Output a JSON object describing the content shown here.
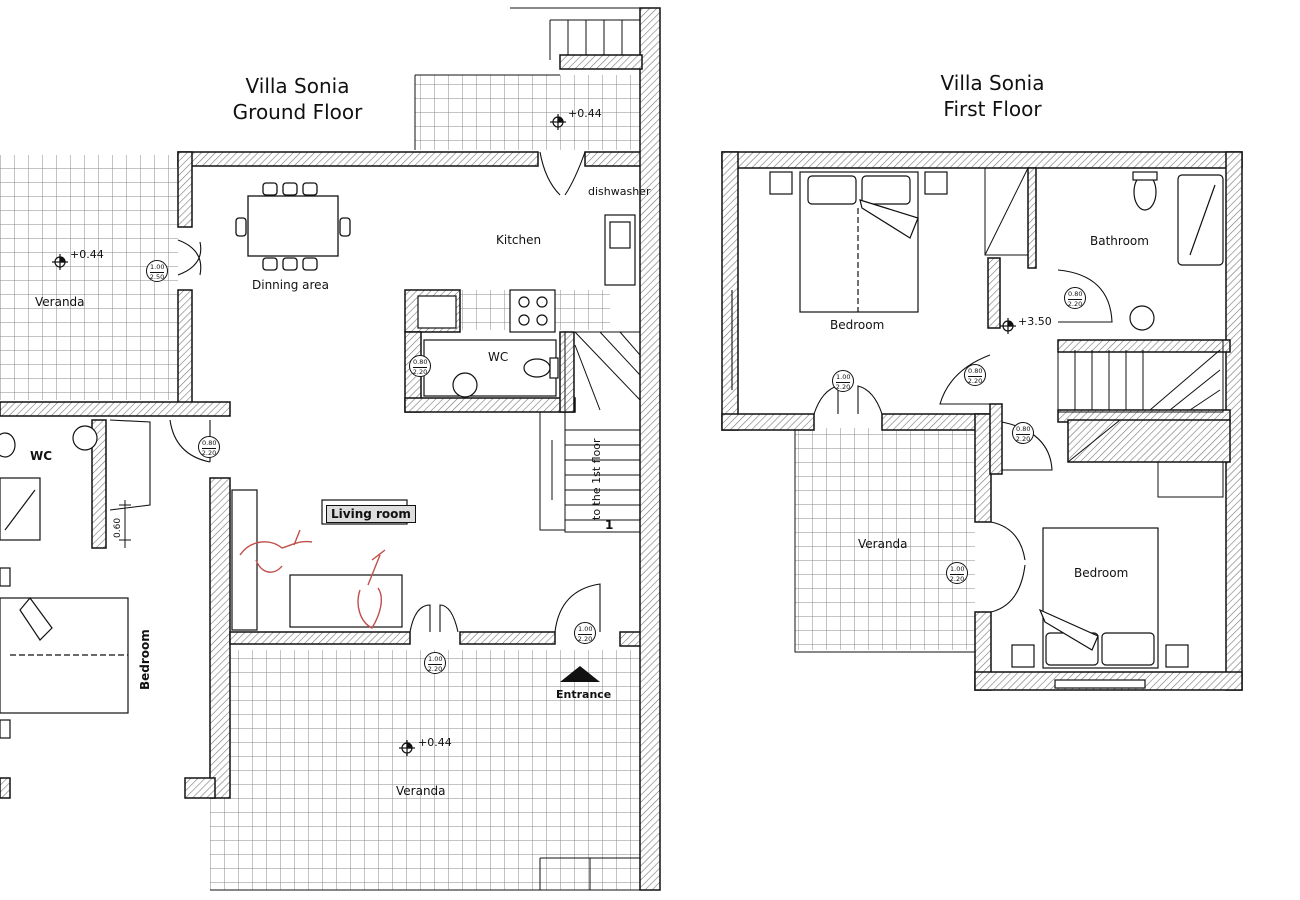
{
  "ground_floor": {
    "title_line1": "Villa Sonia",
    "title_line2": "Ground Floor",
    "rooms": {
      "veranda_left": "Veranda",
      "dinning_area": "Dinning area",
      "kitchen": "Kitchen",
      "dishwasher": "dishwasher",
      "wc_center": "WC",
      "wc_left": "WC",
      "living_room": "Living room",
      "bedroom": "Bedroom",
      "veranda_bottom": "Veranda",
      "stairs": "to the 1st floor",
      "stairs_step": "1",
      "entrance": "Entrance"
    },
    "levels": {
      "top": "+0.44",
      "veranda_left": "+0.44",
      "veranda_bottom": "+0.44"
    },
    "dims": {
      "d1_top": "1.00",
      "d1_bot": "2.50",
      "d2_top": "0.80",
      "d2_bot": "2.20",
      "d3_top": "0.80",
      "d3_bot": "2.20",
      "d4_top": "1.00",
      "d4_bot": "2.20",
      "d5_top": "1.00",
      "d5_bot": "2.20",
      "width_mark": "0.60"
    }
  },
  "first_floor": {
    "title_line1": "Villa Sonia",
    "title_line2": "First Floor",
    "rooms": {
      "bedroom_top": "Bedroom",
      "bathroom": "Bathroom",
      "veranda": "Veranda",
      "bedroom_bottom": "Bedroom"
    },
    "levels": {
      "landing": "+3.50"
    },
    "dims": {
      "d1_top": "0.80",
      "d1_bot": "2.20",
      "d2_top": "0.80",
      "d2_bot": "2.20",
      "d3_top": "1.00",
      "d3_bot": "2.20",
      "d4_top": "0.80",
      "d4_bot": "2.20",
      "d5_top": "1.00",
      "d5_bot": "2.20"
    }
  },
  "colors": {
    "wall": "#111111",
    "hatch": "#888888",
    "tile": "#9a9a9a",
    "sketch": "#c0504d"
  }
}
